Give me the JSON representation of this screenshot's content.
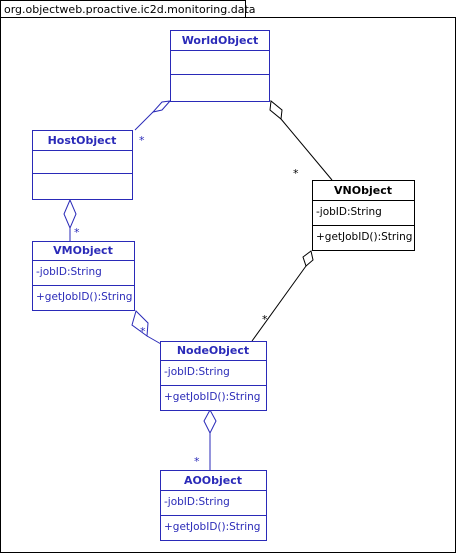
{
  "package": {
    "name": "org.objectweb.proactive.ic2d.monitoring.data"
  },
  "colors": {
    "blue": "#2a2ab8",
    "black": "#000000",
    "white": "#ffffff"
  },
  "classes": {
    "world": {
      "name": "WorldObject",
      "attribute": "",
      "operation": ""
    },
    "host": {
      "name": "HostObject",
      "attribute": "",
      "operation": ""
    },
    "vn": {
      "name": "VNObject",
      "attribute": "-jobID:String",
      "operation": "+getJobID():String"
    },
    "vm": {
      "name": "VMObject",
      "attribute": "-jobID:String",
      "operation": "+getJobID():String"
    },
    "node": {
      "name": "NodeObject",
      "attribute": "-jobID:String",
      "operation": "+getJobID():String"
    },
    "ao": {
      "name": "AOObject",
      "attribute": "-jobID:String",
      "operation": "+getJobID():String"
    }
  },
  "multiplicities": {
    "world_host": "*",
    "world_vn": "*",
    "host_vm": "*",
    "vm_node": "*",
    "vn_node": "*",
    "node_ao": "*"
  }
}
